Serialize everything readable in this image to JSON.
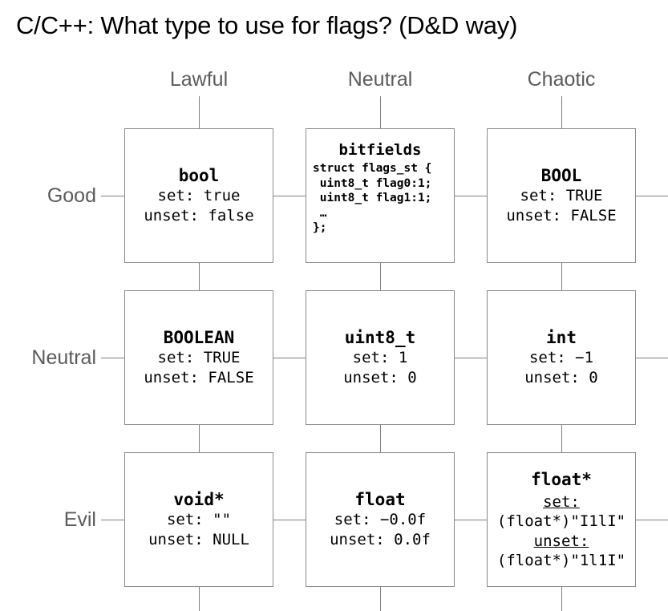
{
  "title": "C/C++: What type to use for flags? (D&D way)",
  "axes": {
    "columns": [
      "Lawful",
      "Neutral",
      "Chaotic"
    ],
    "rows": [
      "Good",
      "Neutral",
      "Evil"
    ]
  },
  "colors": {
    "header_text": "#5b5b5b",
    "box_border": "#8a8a8a",
    "connector": "#808080",
    "title_text": "#000000",
    "background": "#ffffff"
  },
  "cells": {
    "good_lawful": {
      "type": "bool",
      "set": "set: true",
      "unset": "unset: false"
    },
    "good_neutral": {
      "type": "bitfields",
      "code": "struct flags_st {\n uint8_t flag0:1;\n uint8_t flag1:1;\n …\n};"
    },
    "good_chaotic": {
      "type": "BOOL",
      "set": "set: TRUE",
      "unset": "unset: FALSE"
    },
    "neutral_lawful": {
      "type": "BOOLEAN",
      "set": "set: TRUE",
      "unset": "unset: FALSE"
    },
    "neutral_neutral": {
      "type": "uint8_t",
      "set": "set: 1",
      "unset": "unset: 0"
    },
    "neutral_chaotic": {
      "type": "int",
      "set": "set: −1",
      "unset": "unset: 0"
    },
    "evil_lawful": {
      "type": "void*",
      "set": "set: \"\"",
      "unset": "unset: NULL"
    },
    "evil_neutral": {
      "type": "float",
      "set": "set: −0.0f",
      "unset": "unset: 0.0f"
    },
    "evil_chaotic": {
      "type": "float*",
      "set_label": "set:",
      "set_value": "(float*)\"I1lI\"",
      "unset_label": "unset:",
      "unset_value": "(float*)\"1l1I\""
    }
  }
}
